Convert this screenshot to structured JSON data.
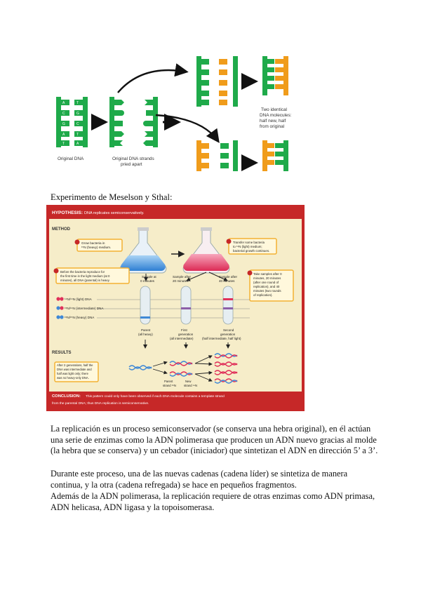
{
  "top_figure": {
    "original_label": "Original DNA",
    "separated_label_lines": [
      "Original DNA strands",
      "pried apart"
    ],
    "result_label_lines": [
      "Two identical",
      "DNA molecules:",
      "half new, half",
      "from original"
    ]
  },
  "caption": "Experimento de Meselson y Sthal:",
  "experiment": {
    "hypothesis_label": "HYPOTHESIS:",
    "hypothesis_text": "DNA replicates semiconservatively.",
    "method_label": "METHOD",
    "step1": [
      "Grow bacteria in",
      "¹⁵N (heavy) medium."
    ],
    "step2": [
      "Transfer some bacteria",
      "to ¹⁴N (light) medium;",
      "bacterial growth continues."
    ],
    "step3": [
      "Take samples after 0",
      "minutes, 20 minutes",
      "(after one round of",
      "replication), and 40",
      "minutes (two rounds",
      "of replication)."
    ],
    "step4": [
      "Before the bacteria reproduce for",
      "the first time in the light medium (at 0",
      "minutes), all DNA (parental) is heavy."
    ],
    "sample0": [
      "Sample at",
      "0 minutes"
    ],
    "sample20": [
      "Sample after",
      "20 minutes"
    ],
    "sample40": [
      "Sample after",
      "40 minutes"
    ],
    "band_light": "¹⁴N/¹⁴N (light) DNA",
    "band_intermediate": "¹⁵N/¹⁴N (intermediate) DNA",
    "band_heavy": "¹⁵N/¹⁵N (heavy) DNA",
    "tube0": [
      "Parent",
      "(all heavy)"
    ],
    "tube20": [
      "First",
      "generation",
      "(all intermediate)"
    ],
    "tube40": [
      "Second",
      "generation",
      "(half intermediate, half light)"
    ],
    "results_label": "RESULTS",
    "results_note": [
      "After 2 generations, half the",
      "DNA was intermediate and",
      "half was light only; there",
      "was no heavy-only DNA."
    ],
    "parent_strand": [
      "Parent",
      "strand ¹⁵N"
    ],
    "new_strand": [
      "New",
      "strand ¹⁴N"
    ],
    "conclusion_label": "CONCLUSION:",
    "conclusion_lines": [
      "This pattern could only have been observed if each DNA molecule contains a template strand",
      "from the parental DNA; thus DNA replication is semiconservative."
    ],
    "colors": {
      "frame": "#c62828",
      "panel": "#f6edc9",
      "heavy": "#3f88d6",
      "light": "#e0305a",
      "box": "#f3b133"
    }
  },
  "paragraphs": [
    "La replicación es un proceso semiconservador (se conserva una hebra original), en él actúan una serie de enzimas como la ADN polimerasa que producen un ADN nuevo gracias al molde (la hebra que se conserva) y un cebador (iniciador) que sintetizan el ADN en dirección 5’ a 3’.",
    "Durante este proceso, una de las nuevas cadenas (cadena líder) se sintetiza de manera continua, y la otra (cadena refregada) se hace en pequeños fragmentos.",
    "Además de la ADN polimerasa, la replicación requiere de otras enzimas como ADN primasa, ADN helicasa, ADN ligasa y la topoisomerasa."
  ]
}
